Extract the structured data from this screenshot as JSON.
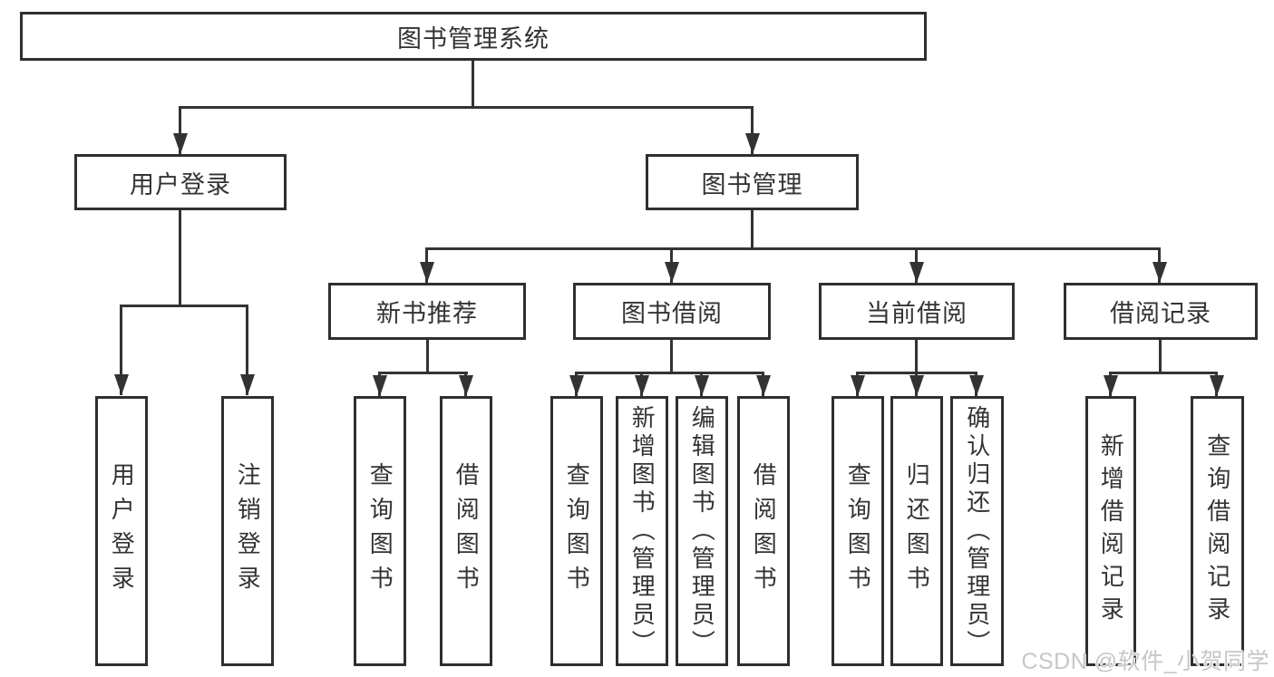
{
  "diagram_title": "图书管理系统",
  "watermark": "CSDN @软件_小贺同学",
  "colors": {
    "line": "#333333",
    "box_border": "#2f2f2f",
    "text": "#333333",
    "watermark": "#c7c7c7",
    "background": "#ffffff"
  },
  "tree": {
    "root": {
      "label": "图书管理系统"
    },
    "level2": [
      {
        "label": "用户登录"
      },
      {
        "label": "图书管理"
      }
    ],
    "level3": [
      {
        "label": "新书推荐"
      },
      {
        "label": "图书借阅"
      },
      {
        "label": "当前借阅"
      },
      {
        "label": "借阅记录"
      }
    ],
    "leaves": {
      "user_login": [
        "用户登录",
        "注销登录"
      ],
      "new_book_recommend": [
        "查询图书",
        "借阅图书"
      ],
      "book_borrow": [
        "查询图书",
        "新增图书（管理员）",
        "编辑图书（管理员）",
        "借阅图书"
      ],
      "current_borrow": [
        "查询图书",
        "归还图书",
        "确认归还（管理员）"
      ],
      "borrow_records": [
        "新增借阅记录",
        "查询借阅记录"
      ]
    }
  }
}
